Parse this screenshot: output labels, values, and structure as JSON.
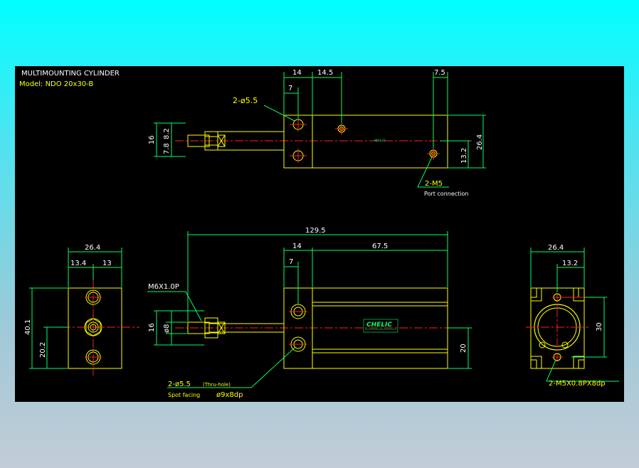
{
  "header": {
    "title": "MULTIMOUNTING CYLINDER",
    "model": "Model: NDO 20x30-B"
  },
  "top_view": {
    "dim_14": "14",
    "dim_14_5": "14.5",
    "dim_7_5": "7.5",
    "dim_7": "7",
    "hole_callout": "2-ø5.5",
    "dim_16": "16",
    "dim_8_2": "8.2",
    "dim_7_8": "7.8",
    "dim_26_4": "26.4",
    "dim_13_2": "13.2",
    "port_callout": "2-M5",
    "port_note": "Port connection",
    "body_label": "NDO 20"
  },
  "side_view": {
    "dim_26_4": "26.4",
    "dim_13_4": "13.4",
    "dim_13": "13",
    "dim_40_1": "40.1",
    "dim_20_2": "20.2"
  },
  "front_view": {
    "dim_129_5": "129.5",
    "dim_14": "14",
    "dim_67_5": "67.5",
    "dim_7": "7",
    "thread_callout": "M6X1.0P",
    "dim_16": "16",
    "dim_d8": "ø8",
    "dim_20": "20",
    "hole_callout": "2-ø5.5",
    "hole_note": "(Thru-hole)",
    "spot_label": "Spot facing",
    "spot_value": "ø9x8dp",
    "brand": "CHELIC"
  },
  "end_view": {
    "dim_26_4": "26.4",
    "dim_13_2": "13.2",
    "dim_30": "30",
    "thread_callout": "2-M5X0.8PX8dp"
  },
  "colors": {
    "background_outer": "#00ffff",
    "drawing_bg": "#000000",
    "outline": "#ffff00",
    "dimension": "#00ff66",
    "centerline": "#ff2020",
    "text": "#ffffff",
    "brand": "#00ff66"
  }
}
